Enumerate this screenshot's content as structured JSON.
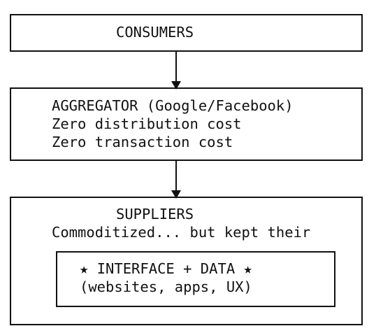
{
  "consumers": {
    "title": "CONSUMERS"
  },
  "aggregator": {
    "lines": [
      "AGGREGATOR (Google/Facebook)",
      "Zero distribution cost",
      "Zero transaction cost"
    ]
  },
  "suppliers": {
    "title": "SUPPLIERS",
    "subtitle": "Commoditized... but kept their"
  },
  "interface": {
    "lines": [
      "★ INTERFACE + DATA ★",
      "(websites, apps, UX)"
    ]
  }
}
